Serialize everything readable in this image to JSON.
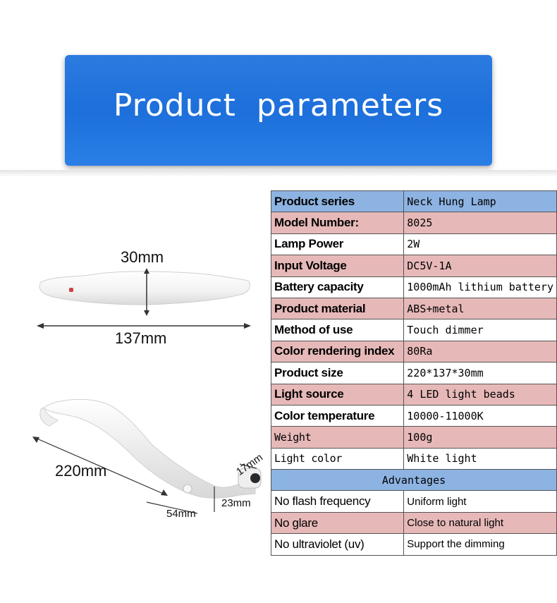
{
  "banner": {
    "title": "Product parameters"
  },
  "dimensions": {
    "height": "30mm",
    "width": "137mm",
    "length": "220mm",
    "neck": "54mm",
    "head_a": "23mm",
    "head_b": "17mm"
  },
  "specs": [
    {
      "label": "Product series",
      "value": "Neck Hung Lamp",
      "style": "blue"
    },
    {
      "label": "Model Number:",
      "value": "8025",
      "style": "pink"
    },
    {
      "label": "Lamp Power",
      "value": "2W",
      "style": "white"
    },
    {
      "label": "Input Voltage",
      "value": "DC5V-1A",
      "style": "pink"
    },
    {
      "label": "Battery capacity",
      "value": "1000mAh lithium battery",
      "style": "white"
    },
    {
      "label": "Product material",
      "value": "ABS+metal",
      "style": "pink"
    },
    {
      "label": "Method of use",
      "value": "Touch dimmer",
      "style": "white"
    },
    {
      "label": "Color rendering index",
      "value": "80Ra",
      "style": "pink"
    },
    {
      "label": "Product size",
      "value": "220*137*30mm",
      "style": "white"
    },
    {
      "label": "Light source",
      "value": "4 LED light beads",
      "style": "pink"
    },
    {
      "label": "Color temperature",
      "value": "10000-11000K",
      "style": "white"
    },
    {
      "label": "Weight",
      "value": "100g",
      "style": "pink"
    },
    {
      "label": "Light color",
      "value": "White light",
      "style": "white"
    }
  ],
  "advantages_header": "Advantages",
  "advantages": [
    {
      "left": "No flash frequency",
      "right": "Uniform light",
      "style": "white"
    },
    {
      "left": "No glare",
      "right": "Close to natural light",
      "style": "pink"
    },
    {
      "left": "No ultraviolet (uv)",
      "right": "Support the dimming",
      "style": "white"
    }
  ],
  "colors": {
    "banner": "#1d6fdb",
    "blue_row": "#8db3e2",
    "pink_row": "#e6b9b8"
  }
}
